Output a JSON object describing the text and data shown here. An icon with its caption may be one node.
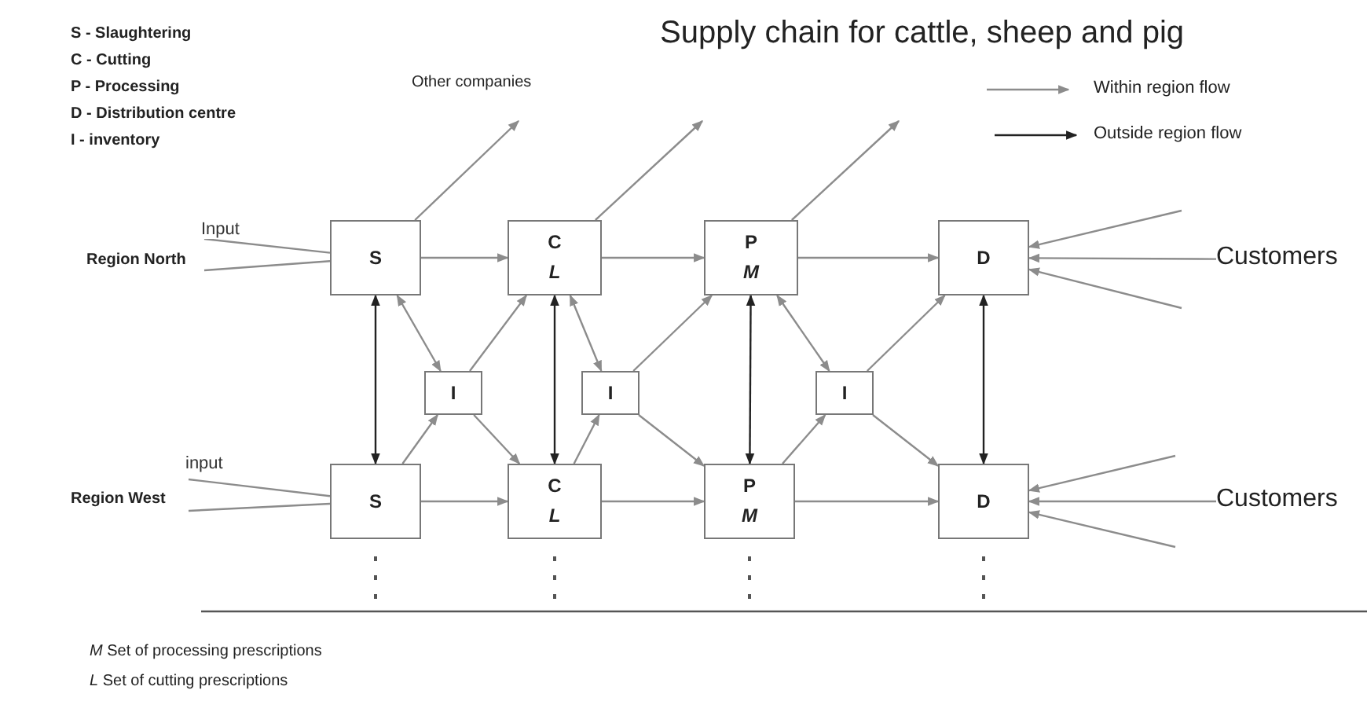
{
  "diagram": {
    "title": "Supply chain for cattle, sheep and pig",
    "nodes": [
      {
        "text": [
          "S"
        ]
      },
      {
        "text": [
          "C",
          "L"
        ]
      },
      {
        "text": [
          "P",
          "M"
        ]
      },
      {
        "text": [
          "D"
        ]
      },
      {
        "text": [
          "I"
        ]
      },
      {
        "text": [
          "I"
        ]
      },
      {
        "text": [
          "I"
        ]
      },
      {
        "text": [
          "S"
        ]
      },
      {
        "text": [
          "C",
          "L"
        ]
      },
      {
        "text": [
          "P",
          "M"
        ]
      },
      {
        "text": [
          "D"
        ]
      },
      {
        "text": [
          "Customers"
        ]
      },
      {
        "text": [
          "Customers"
        ]
      }
    ],
    "edges": [
      {
        "from": null,
        "to": 0,
        "arrow": "none",
        "label": "Input"
      },
      {
        "from": null,
        "to": 0,
        "arrow": "none"
      },
      {
        "from": 0,
        "to": 1,
        "arrow": "to"
      },
      {
        "from": 1,
        "to": 2,
        "arrow": "to"
      },
      {
        "from": 2,
        "to": 3,
        "arrow": "to"
      },
      {
        "from": 0,
        "to": null,
        "arrow": "to"
      },
      {
        "from": 1,
        "to": null,
        "arrow": "to"
      },
      {
        "from": 2,
        "to": null,
        "arrow": "to"
      },
      {
        "from": 11,
        "to": 3,
        "arrow": "to"
      },
      {
        "from": null,
        "to": 3,
        "arrow": "to"
      },
      {
        "from": null,
        "to": 3,
        "arrow": "to"
      },
      {
        "from": 0,
        "to": 7,
        "arrow": "both",
        "color": "#222222"
      },
      {
        "from": 1,
        "to": 8,
        "arrow": "both",
        "color": "#222222"
      },
      {
        "from": 2,
        "to": 9,
        "arrow": "both",
        "color": "#222222"
      },
      {
        "from": 3,
        "to": 10,
        "arrow": "both",
        "color": "#222222"
      },
      {
        "from": 0,
        "to": 4,
        "arrow": "both"
      },
      {
        "from": 4,
        "to": 1,
        "arrow": "to"
      },
      {
        "from": 7,
        "to": 4,
        "arrow": "to"
      },
      {
        "from": 4,
        "to": 8,
        "arrow": "to"
      },
      {
        "from": 1,
        "to": 5,
        "arrow": "both"
      },
      {
        "from": 5,
        "to": 2,
        "arrow": "to"
      },
      {
        "from": 8,
        "to": 5,
        "arrow": "to"
      },
      {
        "from": 5,
        "to": 9,
        "arrow": "to"
      },
      {
        "from": 2,
        "to": 6,
        "arrow": "both"
      },
      {
        "from": 6,
        "to": 3,
        "arrow": "to"
      },
      {
        "from": 9,
        "to": 6,
        "arrow": "to"
      },
      {
        "from": 6,
        "to": 10,
        "arrow": "to"
      },
      {
        "from": null,
        "to": 7,
        "arrow": "none",
        "label": "input"
      },
      {
        "from": null,
        "to": 7,
        "arrow": "none"
      },
      {
        "from": 7,
        "to": 8,
        "arrow": "to"
      },
      {
        "from": 8,
        "to": 9,
        "arrow": "to"
      },
      {
        "from": 9,
        "to": 10,
        "arrow": "to"
      },
      {
        "from": 12,
        "to": 10,
        "arrow": "to"
      },
      {
        "from": null,
        "to": 10,
        "arrow": "to"
      },
      {
        "from": null,
        "to": 10,
        "arrow": "to"
      }
    ],
    "labels": [
      "S - Slaughtering",
      "C - Cutting",
      "P - Processing",
      "D - Distribution centre",
      "I - inventory",
      "Other companies",
      "Region North",
      "Region West",
      "*M* Set of processing prescriptions",
      "*L* Set of cutting prescriptions"
    ],
    "legend": [
      {
        "text": "Within region flow"
      },
      {
        "text": "Outside region flow"
      }
    ]
  }
}
